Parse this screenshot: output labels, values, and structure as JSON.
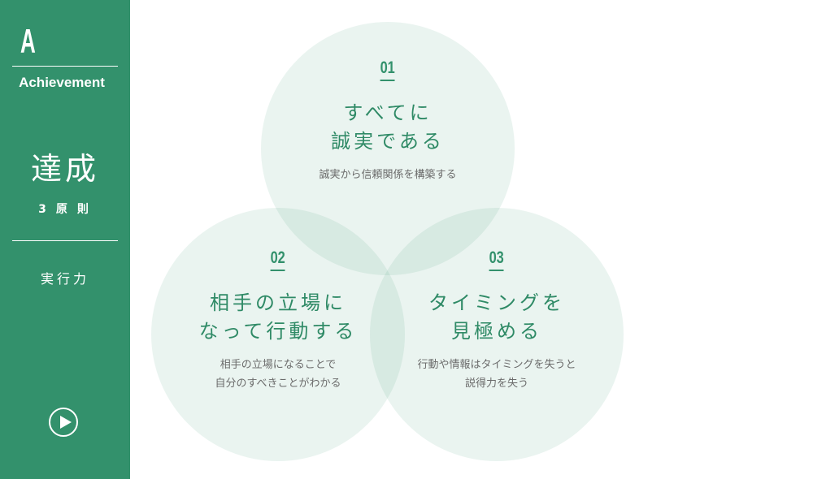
{
  "sidebar": {
    "letter": "A",
    "word": "Achievement",
    "title": "達成",
    "subtitle": "3原則",
    "item": "実行力",
    "play_icon": "play-circle-icon"
  },
  "principles": [
    {
      "number": "01",
      "heading_line1": "すべてに",
      "heading_line2": "誠実である",
      "desc_line1": "誠実から信頼関係を構築する",
      "desc_line2": ""
    },
    {
      "number": "02",
      "heading_line1": "相手の立場に",
      "heading_line2": "なって行動する",
      "desc_line1": "相手の立場になることで",
      "desc_line2": "自分のすべきことがわかる"
    },
    {
      "number": "03",
      "heading_line1": "タイミングを",
      "heading_line2": "見極める",
      "desc_line1": "行動や情報はタイミングを失うと",
      "desc_line2": "説得力を失う"
    }
  ],
  "colors": {
    "accent": "#33916c",
    "circle_fill": "#e8f3ef",
    "desc_text": "#6b6b6b"
  }
}
